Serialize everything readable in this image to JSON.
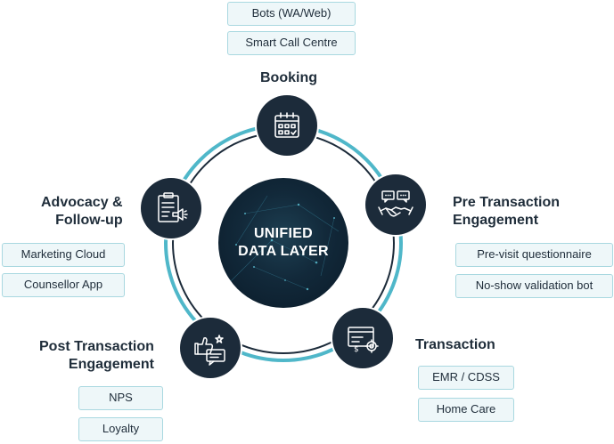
{
  "center": {
    "line1": "UNIFIED",
    "line2": "DATA LAYER"
  },
  "stages": {
    "booking": {
      "title": "Booking",
      "icon": "calendar-icon",
      "items": [
        "Bots (WA/Web)",
        "Smart Call Centre"
      ]
    },
    "pre_transaction": {
      "title_line1": "Pre Transaction",
      "title_line2": "Engagement",
      "icon": "handshake-icon",
      "items": [
        "Pre-visit questionnaire",
        "No-show validation bot"
      ]
    },
    "transaction": {
      "title": "Transaction",
      "icon": "payment-settings-icon",
      "items": [
        "EMR / CDSS",
        "Home Care"
      ]
    },
    "post_transaction": {
      "title_line1": "Post Transaction",
      "title_line2": "Engagement",
      "icon": "thumbs-up-chat-icon",
      "items": [
        "NPS",
        "Loyalty"
      ]
    },
    "advocacy": {
      "title_line1": "Advocacy &",
      "title_line2": "Follow-up",
      "icon": "clipboard-megaphone-icon",
      "items": [
        "Marketing Cloud",
        "Counsellor App"
      ]
    }
  },
  "colors": {
    "node": "#1c2b3a",
    "outer_ring": "#4fb7c9",
    "inner_ring": "#1c2b3a",
    "pill_border": "#a9d8e0",
    "pill_fill": "#eef7f9"
  }
}
